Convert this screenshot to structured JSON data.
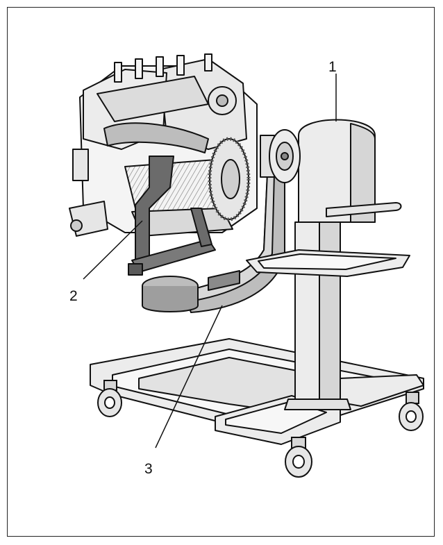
{
  "callouts": {
    "c1": "1",
    "c2": "2",
    "c3": "3"
  },
  "colors": {
    "line": "#111111",
    "stand_fill": "#ececec",
    "stand_shade": "#d6d6d6",
    "bracket_dark": "#6b6b6b",
    "engine_fill": "#f4f4f4",
    "engine_shade": "#bdbdbd"
  },
  "icons": [
    "engine",
    "engine-stand",
    "adapter-bracket",
    "wheel"
  ]
}
